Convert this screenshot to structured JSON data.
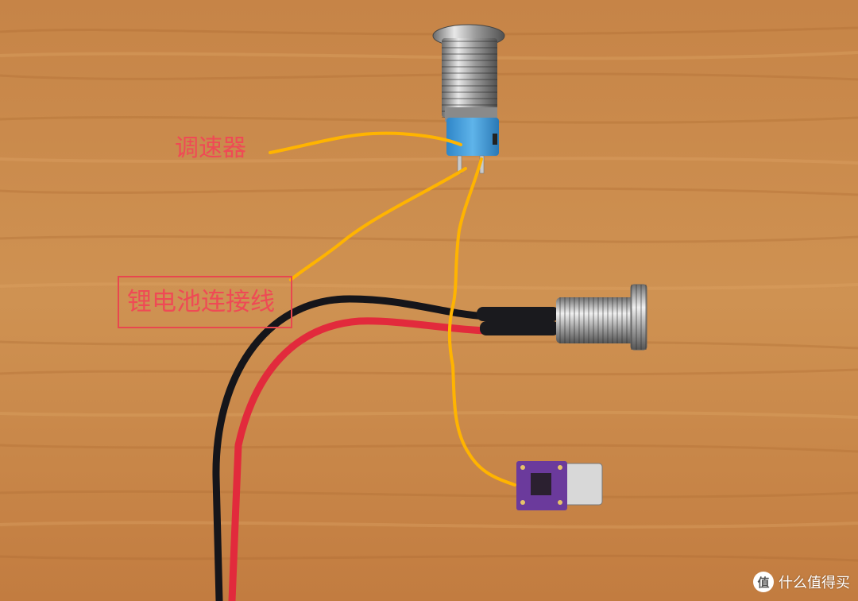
{
  "annotations": {
    "speed_controller": "调速器",
    "battery_cable": "锂电池连接线"
  },
  "watermark": {
    "logo_glyph": "值",
    "text": "什么值得买"
  },
  "colors": {
    "wood": "#c9884a",
    "guide_line": "#ffb400",
    "label_red": "#ef4a55",
    "wire_red": "#e22a3c",
    "wire_black": "#15151a",
    "switch_blue": "#3f9bd8",
    "pcb_purple": "#6b3a9c"
  }
}
